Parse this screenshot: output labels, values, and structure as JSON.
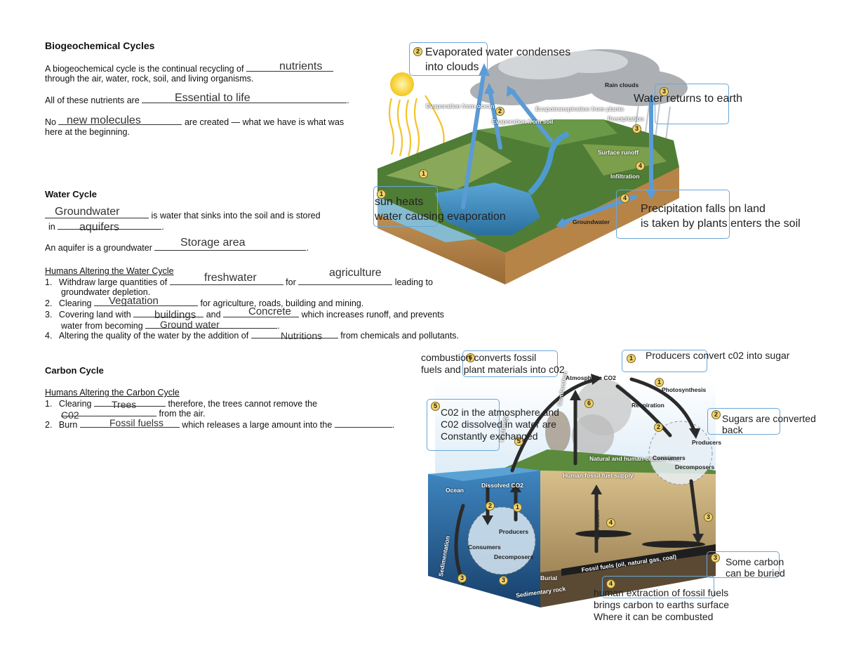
{
  "bio": {
    "title": "Biogeochemical Cycles",
    "def_line1": "A biogeochemical cycle is the continual recycling of",
    "def_answer": "nutrients",
    "def_line2": "through the air, water, rock, soil, and living organisms.",
    "nutrients_prefix": "All of these nutrients are",
    "nutrients_answer": "Essential to life",
    "no_prefix": "No",
    "no_answer": "new molecules",
    "no_line1": "are created — what we have is what was",
    "no_line2": "here at the beginning."
  },
  "water": {
    "title": "Water Cycle",
    "gw_answer": "Groundwater",
    "gw_text": "is water that sinks into the soil and is stored",
    "in_label": "in",
    "aq_answer": "aquifers",
    "aquifer_prefix": "An aquifer is a groundwater",
    "aquifer_answer": "Storage area",
    "humans_title": "Humans Altering the Water Cycle",
    "item1_num": "1.",
    "item1_prefix": "Withdraw large quantities of",
    "item1_answer1": "freshwater",
    "item1_for": "for",
    "item1_answer2": "agriculture",
    "item1_suffix": "leading to",
    "item1_line2": "groundwater depletion.",
    "item2_num": "2.",
    "item2_prefix": "Clearing",
    "item2_answer": "Vegatation",
    "item2_suffix": "for agriculture, roads, building and mining.",
    "item3_num": "3.",
    "item3_prefix": "Covering land with",
    "item3_answer1": "buildings",
    "item3_and": "and",
    "item3_answer2": "Concrete",
    "item3_suffix": "which increases runoff, and prevents",
    "item3_line2_prefix": "water from becoming",
    "item3_answer3": "Ground water",
    "item4_num": "4.",
    "item4_prefix": "Altering the quality of the water by the addition of",
    "item4_answer": "Nutritions",
    "item4_suffix": "from chemicals and pollutants."
  },
  "carbon": {
    "title": "Carbon Cycle",
    "humans_title": "Humans Altering the Carbon Cycle",
    "item1_num": "1.",
    "item1_prefix": "Clearing",
    "item1_answer": "Trees",
    "item1_suffix": "therefore, the trees cannot remove the",
    "item1_answer2": "C02",
    "item1_line2": "from the air.",
    "item2_num": "2.",
    "item2_prefix": "Burn",
    "item2_answer": "Fossil fuelss",
    "item2_suffix": "which releases a large amount into the"
  },
  "water_diagram": {
    "labels": {
      "evap_ocean": "Evaporation from ocean",
      "evap_soil": "Evaporation from soil",
      "evapotranspiration": "Evapotranspiration from plants",
      "rain_clouds": "Rain clouds",
      "precipitation": "Precipitation",
      "surface_runoff": "Surface runoff",
      "infiltration": "Infiltration",
      "groundwater": "Groundwater"
    },
    "notes": {
      "n2_num": "2",
      "n2_line1": "Evaporated water condenses",
      "n2_line2": "into clouds",
      "n3_num": "3",
      "n3_text": "Water returns to earth",
      "n1_num": "1",
      "n1_line1": "sun heats",
      "n1_line2": "water causing evaporation",
      "n4_num": "4",
      "n4_line1": "Precipitation falls on land",
      "n4_line2": "is taken by plants enters the soil"
    },
    "markers": [
      "1",
      "2",
      "2",
      "3",
      "3",
      "4",
      "4"
    ]
  },
  "carbon_diagram": {
    "labels": {
      "atmospheric": "Atmospheric CO2",
      "photosynthesis": "Photosynthesis",
      "respiration": "Respiration",
      "combustion": "Combustion",
      "exchange": "Exchange",
      "natural_fires": "Natural and human-caused fires",
      "human_fossil": "Human fossil fuel supply",
      "ocean": "Ocean",
      "dissolved": "Dissolved CO2",
      "producers": "Producers",
      "consumers": "Consumers",
      "decomposers": "Decomposers",
      "extraction": "Extraction",
      "burial": "Burial",
      "sedimentation": "Sedimentation",
      "fossil_fuels": "Fossil fuels (oil, natural gas, coal)",
      "sedimentary": "Sedimentary rock"
    },
    "notes": {
      "n6_num": "6",
      "n6_line1": "combustion converts fossil",
      "n6_line2": "fuels and plant materials into c02",
      "n1_num": "1",
      "n1_text": "Producers convert c02 into sugar",
      "n5_num": "5",
      "n5_line1": "C02 in the atmosphere and",
      "n5_line2": "C02 dissolved in water are",
      "n5_line3": "Constantly exchanged",
      "n2_num": "2",
      "n2_line1": "Sugars are converted",
      "n2_line2": "back",
      "n3_num": "3",
      "n3_line1": "Some carbon",
      "n3_line2": "can be buried",
      "n4_num": "4",
      "n4_line1": "human extraction of fossil fuels",
      "n4_line2": "brings carbon to earths surface",
      "n4_line3": "Where it can be combusted"
    },
    "markers": [
      "1",
      "2",
      "1",
      "2",
      "3",
      "3",
      "3",
      "4",
      "5",
      "6"
    ]
  },
  "colors": {
    "note_border": "#6aa7d8",
    "arrow_blue": "#5b9bd5",
    "marker_fill": "#f1d36a"
  }
}
